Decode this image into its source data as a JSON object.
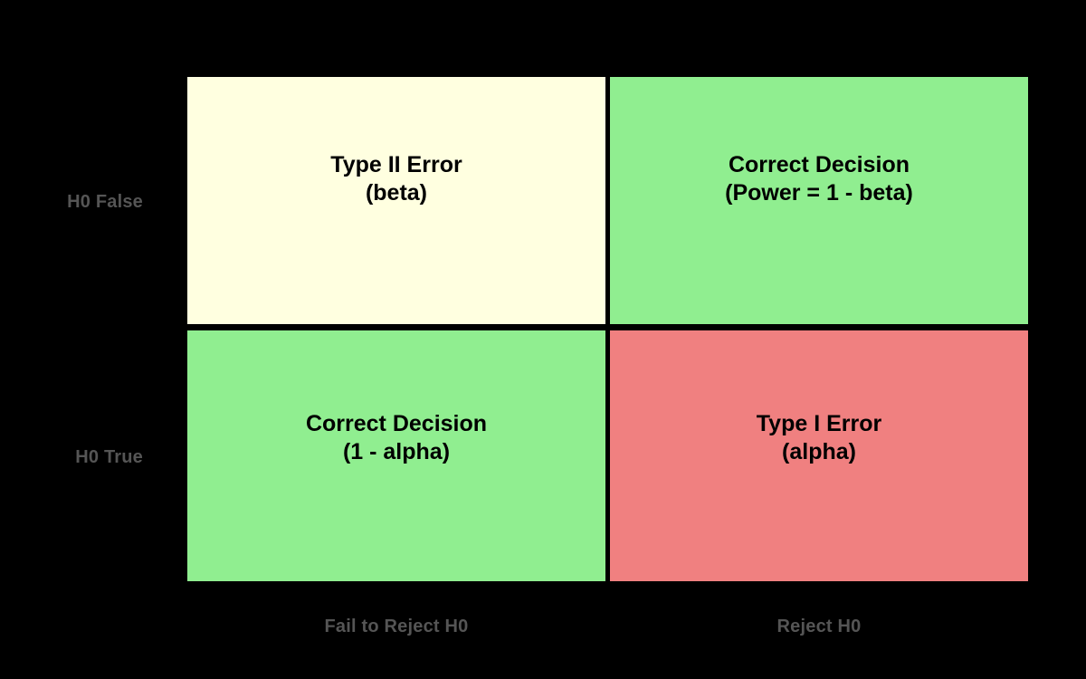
{
  "diagram": {
    "type": "hypothesis-testing-decision-matrix",
    "background_color": "#000000",
    "label_color": "#555555",
    "cell_text_color": "#000000",
    "border_color": "#000000",
    "row_labels": [
      {
        "id": "h0-false",
        "label": "H0 False"
      },
      {
        "id": "h0-true",
        "label": "H0 True"
      }
    ],
    "column_labels": [
      {
        "id": "fail-to-reject-h0",
        "label": "Fail to Reject H0"
      },
      {
        "id": "reject-h0",
        "label": "Reject H0"
      }
    ],
    "cells": [
      {
        "id": "type-ii-error",
        "row": "H0 False",
        "column": "Fail to Reject H0",
        "title": "Type II Error",
        "subtitle": "(beta)",
        "color": "#FFFFE0"
      },
      {
        "id": "correct-decision-power",
        "row": "H0 False",
        "column": "Reject H0",
        "title": "Correct Decision",
        "subtitle": "(Power = 1 - beta)",
        "color": "#90EE90"
      },
      {
        "id": "correct-decision-one-minus-alpha",
        "row": "H0 True",
        "column": "Fail to Reject H0",
        "title": "Correct Decision",
        "subtitle": "(1 - alpha)",
        "color": "#90EE90"
      },
      {
        "id": "type-i-error",
        "row": "H0 True",
        "column": "Reject H0",
        "title": "Type I Error",
        "subtitle": "(alpha)",
        "color": "#F08080"
      }
    ]
  }
}
